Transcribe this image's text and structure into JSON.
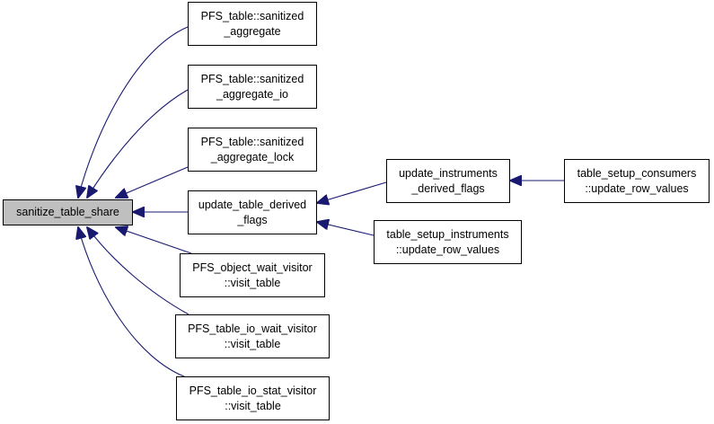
{
  "colors": {
    "edge": "#191970",
    "node_border": "#000000",
    "node_fill": "#ffffff",
    "root_fill": "#bfbfbf"
  },
  "nodes": {
    "root": {
      "line1": "sanitize_table_share"
    },
    "sanitized_aggregate": {
      "line1": "PFS_table::sanitized",
      "line2": "_aggregate"
    },
    "sanitized_aggregate_io": {
      "line1": "PFS_table::sanitized",
      "line2": "_aggregate_io"
    },
    "sanitized_aggregate_lock": {
      "line1": "PFS_table::sanitized",
      "line2": "_aggregate_lock"
    },
    "update_table_derived_flags": {
      "line1": "update_table_derived",
      "line2": "_flags"
    },
    "object_wait_visitor": {
      "line1": "PFS_object_wait_visitor",
      "line2": "::visit_table"
    },
    "table_io_wait_visitor": {
      "line1": "PFS_table_io_wait_visitor",
      "line2": "::visit_table"
    },
    "table_io_stat_visitor": {
      "line1": "PFS_table_io_stat_visitor",
      "line2": "::visit_table"
    },
    "update_instruments_derived_flags": {
      "line1": "update_instruments",
      "line2": "_derived_flags"
    },
    "table_setup_instruments_update": {
      "line1": "table_setup_instruments",
      "line2": "::update_row_values"
    },
    "table_setup_consumers_update": {
      "line1": "table_setup_consumers",
      "line2": "::update_row_values"
    }
  },
  "edges": [
    {
      "from": "sanitized_aggregate",
      "to": "root"
    },
    {
      "from": "sanitized_aggregate_io",
      "to": "root"
    },
    {
      "from": "sanitized_aggregate_lock",
      "to": "root"
    },
    {
      "from": "update_table_derived_flags",
      "to": "root"
    },
    {
      "from": "object_wait_visitor",
      "to": "root"
    },
    {
      "from": "table_io_wait_visitor",
      "to": "root"
    },
    {
      "from": "table_io_stat_visitor",
      "to": "root"
    },
    {
      "from": "update_instruments_derived_flags",
      "to": "update_table_derived_flags"
    },
    {
      "from": "table_setup_instruments_update",
      "to": "update_table_derived_flags"
    },
    {
      "from": "table_setup_consumers_update",
      "to": "update_instruments_derived_flags"
    }
  ]
}
